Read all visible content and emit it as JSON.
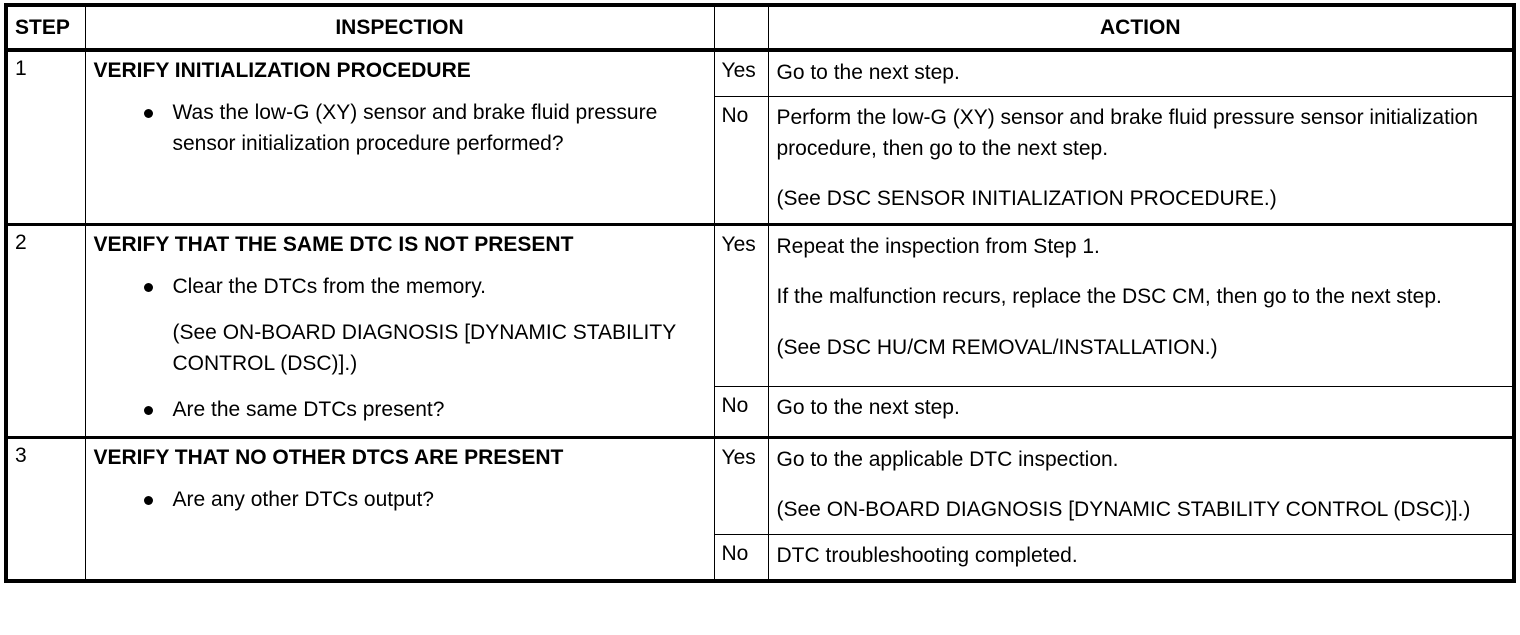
{
  "table": {
    "headers": {
      "step": "STEP",
      "inspection": "INSPECTION",
      "yes_no": "",
      "action": "ACTION"
    },
    "steps": [
      {
        "number": "1",
        "inspection": {
          "title": "VERIFY INITIALIZATION PROCEDURE",
          "bullets": [
            {
              "bullet": true,
              "text": "Was the low-G (XY) sensor and brake fluid pressure sensor initialization procedure performed?"
            }
          ]
        },
        "branches": [
          {
            "label": "Yes",
            "paragraphs": [
              "Go to the next step."
            ]
          },
          {
            "label": "No",
            "paragraphs": [
              "Perform the low-G (XY) sensor and brake fluid pressure sensor initialization procedure, then go to the next step.",
              "(See DSC SENSOR INITIALIZATION PROCEDURE.)"
            ]
          }
        ]
      },
      {
        "number": "2",
        "inspection": {
          "title": "VERIFY THAT THE SAME DTC IS NOT PRESENT",
          "bullets": [
            {
              "bullet": true,
              "text": "Clear the DTCs from the memory."
            },
            {
              "bullet": false,
              "text": "(See ON-BOARD DIAGNOSIS [DYNAMIC STABILITY CONTROL (DSC)].)"
            },
            {
              "bullet": true,
              "text": "Are the same DTCs present?"
            }
          ]
        },
        "branches": [
          {
            "label": "Yes",
            "paragraphs": [
              "Repeat the inspection from Step 1.",
              "If the malfunction recurs, replace the DSC CM, then go to the next step.",
              "(See DSC HU/CM REMOVAL/INSTALLATION.)"
            ]
          },
          {
            "label": "No",
            "paragraphs": [
              "Go to the next step."
            ]
          }
        ]
      },
      {
        "number": "3",
        "inspection": {
          "title": "VERIFY THAT NO OTHER DTCS ARE PRESENT",
          "bullets": [
            {
              "bullet": true,
              "text": "Are any other DTCs output?"
            }
          ]
        },
        "branches": [
          {
            "label": "Yes",
            "paragraphs": [
              "Go to the applicable DTC inspection.",
              "(See ON-BOARD DIAGNOSIS [DYNAMIC STABILITY CONTROL (DSC)].)"
            ]
          },
          {
            "label": "No",
            "paragraphs": [
              "DTC troubleshooting completed."
            ]
          }
        ]
      }
    ]
  },
  "colors": {
    "border": "#000000",
    "text": "#000000",
    "background": "#ffffff"
  }
}
